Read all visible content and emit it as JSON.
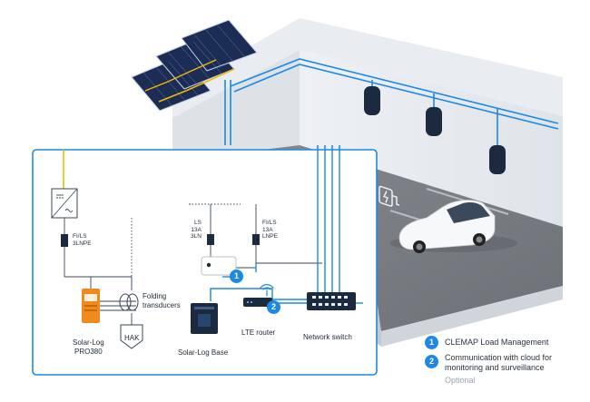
{
  "colors": {
    "accent_blue": "#1e88e5",
    "solar_yellow": "#f5b800",
    "wall_light": "#e6ebf0",
    "floor": "#777c82",
    "panel_border": "#1e88e5"
  },
  "labels": {
    "fi_ls_3lnpe": [
      "FI/LS",
      "3LNPE"
    ],
    "ls_13a_3ln": [
      "LS",
      "13A",
      "3LN"
    ],
    "fi_ls_13a_lnpe": [
      "FI/LS",
      "13A",
      "LNPE"
    ],
    "folding_transducers": [
      "Folding",
      "transducers"
    ],
    "hak": "HAK",
    "solar_log_pro": [
      "Solar-Log",
      "PRO380"
    ],
    "solar_log_base": "Solar-Log Base",
    "lte_router": "LTE router",
    "network_switch": "Network switch"
  },
  "badges": {
    "one": "1",
    "two": "2"
  },
  "legend": {
    "item1": {
      "number": "1",
      "text": "CLEMAP Load Management"
    },
    "item2": {
      "number": "2",
      "text_lines": [
        "Communication with cloud for",
        "monitoring and surveillance"
      ],
      "optional": "Optional"
    }
  },
  "icons": [
    "inverter-icon",
    "ev-charging-icon",
    "wifi-icon",
    "car-icon",
    "wallbox-icon",
    "solar-panel-icon"
  ]
}
